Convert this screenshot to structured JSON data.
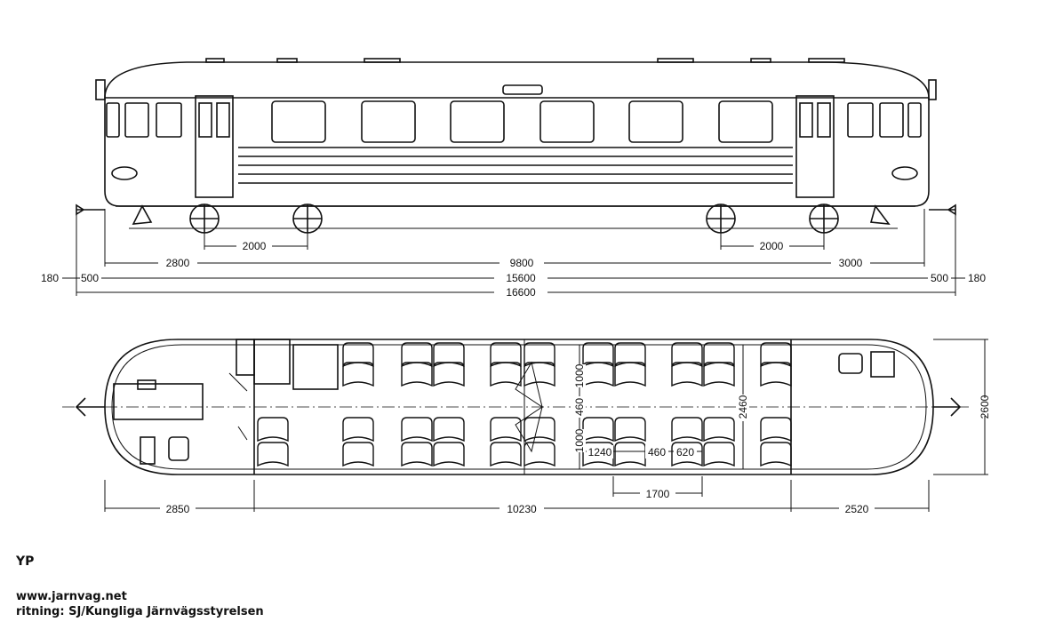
{
  "side_view": {
    "dimensions": {
      "end_left_1": "2800",
      "bogie_left": "2000",
      "middle": "9800",
      "bogie_right": "2000",
      "end_right_1": "3000",
      "buffer_left": "180",
      "overhang_left": "500",
      "body_length": "15600",
      "overhang_right": "500",
      "buffer_right": "180",
      "overall_length": "16600"
    }
  },
  "plan_view": {
    "dimensions": {
      "end_left": "2850",
      "saloon": "10230",
      "end_right": "2520",
      "width_outer": "2600",
      "width_inner": "2460",
      "seat_spacing": "1700",
      "bench_upper": "1000",
      "aisle": "460",
      "bench_lower": "1000",
      "seat_row_a": "1240",
      "seat_row_b": "460",
      "seat_row_c": "620"
    }
  },
  "captions": {
    "model": "YP",
    "website": "www.jarnvag.net",
    "credit": "ritning: SJ/Kungliga Järnvägsstyrelsen"
  }
}
